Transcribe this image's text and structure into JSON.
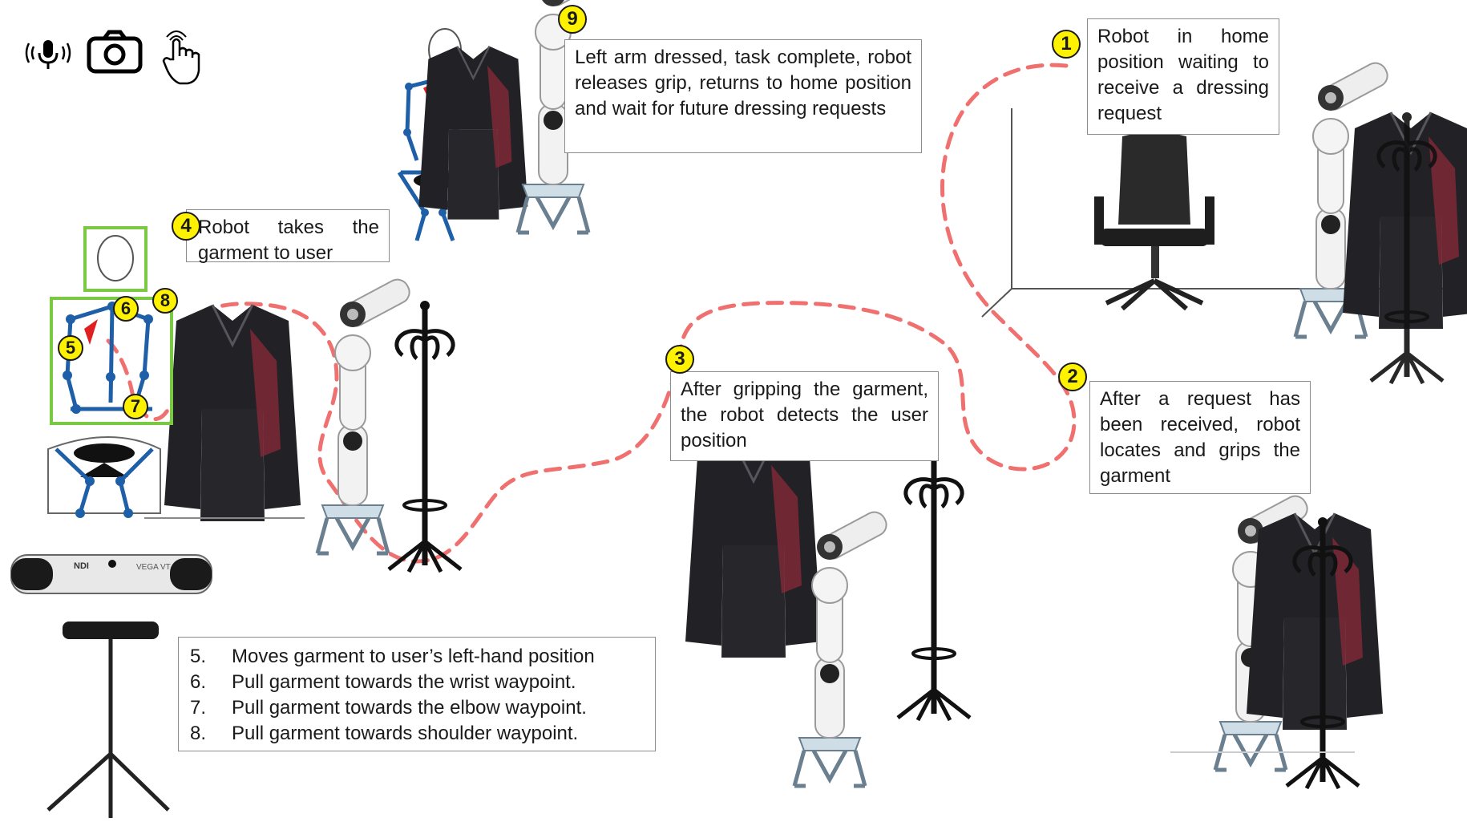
{
  "steps": [
    {
      "num": "1",
      "text": "Robot in home position waiting to receive a dressing request"
    },
    {
      "num": "2",
      "text": "After a request has been received, robot locates and grips the garment"
    },
    {
      "num": "3",
      "text": "After gripping the garment, the robot detects the user position"
    },
    {
      "num": "4",
      "text": "Robot takes the garment to user"
    },
    {
      "num": "9",
      "text": "Left arm dressed, task complete, robot releases grip, returns to home position and wait for future dressing requests"
    }
  ],
  "substeps": [
    {
      "num": "5.",
      "text": "Moves garment to user’s left-hand position"
    },
    {
      "num": "6.",
      "text": "Pull garment towards the wrist waypoint."
    },
    {
      "num": "7.",
      "text": "Pull garment towards the elbow waypoint."
    },
    {
      "num": "8.",
      "text": "Pull garment towards shoulder waypoint."
    }
  ],
  "waypoint_badges": [
    "5",
    "6",
    "7",
    "8"
  ],
  "input_icons": [
    "microphone-icon",
    "camera-icon",
    "touch-hand-icon"
  ],
  "device_label": "VEGA VT",
  "device_brand": "NDI",
  "colors": {
    "badge": "#fff200",
    "path": "#f07070",
    "skeleton": "#1f5fa8",
    "detection_box": "#7ac943",
    "jacket": "#222226",
    "jacket_accent": "#8a2a3a"
  }
}
